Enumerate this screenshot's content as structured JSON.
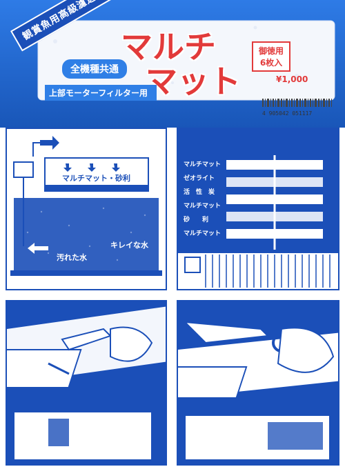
{
  "colors": {
    "blue": "#1b4fb8",
    "light_blue": "#2f7fe6",
    "red": "#e23a3a"
  },
  "package": {
    "top_left_tag": "観賞魚用高級濾過材",
    "badge": "全機種共通",
    "brand_line1": "マルチ",
    "brand_line2": "マット",
    "usage": "上部モーターフィルター用",
    "box_line1": "御徳用",
    "box_line2": "6枚入",
    "price": "¥1,000",
    "barcode": "4 905042 051117"
  },
  "diagram1": {
    "caption_top": "マルチマット・砂利",
    "caption_left": "汚れた水",
    "caption_right": "キレイな水"
  },
  "diagram2": {
    "layers": [
      "マルチマット",
      "ゼオライト",
      "活　性　炭",
      "マルチマット",
      "砂　　利",
      "マルチマット"
    ]
  }
}
